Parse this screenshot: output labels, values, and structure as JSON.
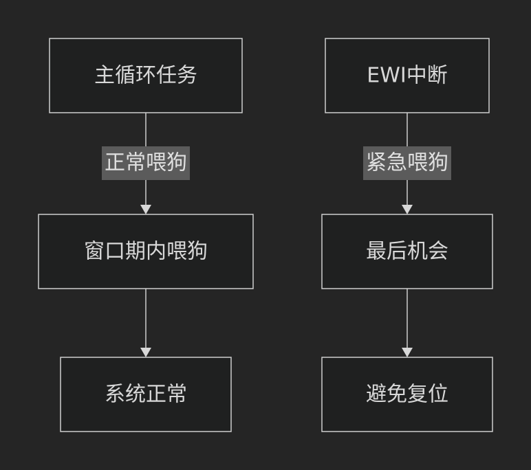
{
  "diagram": {
    "nodes": {
      "main_loop": "主循环任务",
      "ewi_interrupt": "EWI中断",
      "window_feed": "窗口期内喂狗",
      "last_chance": "最后机会",
      "system_normal": "系统正常",
      "avoid_reset": "避免复位"
    },
    "edges": {
      "normal_feed": "正常喂狗",
      "emergency_feed": "紧急喂狗"
    }
  },
  "colors": {
    "background": "#252525",
    "node_fill": "#1f2020",
    "node_stroke": "#cfcfcf",
    "label_fill": "#5b5b5b",
    "text": "#d8d8d8"
  }
}
